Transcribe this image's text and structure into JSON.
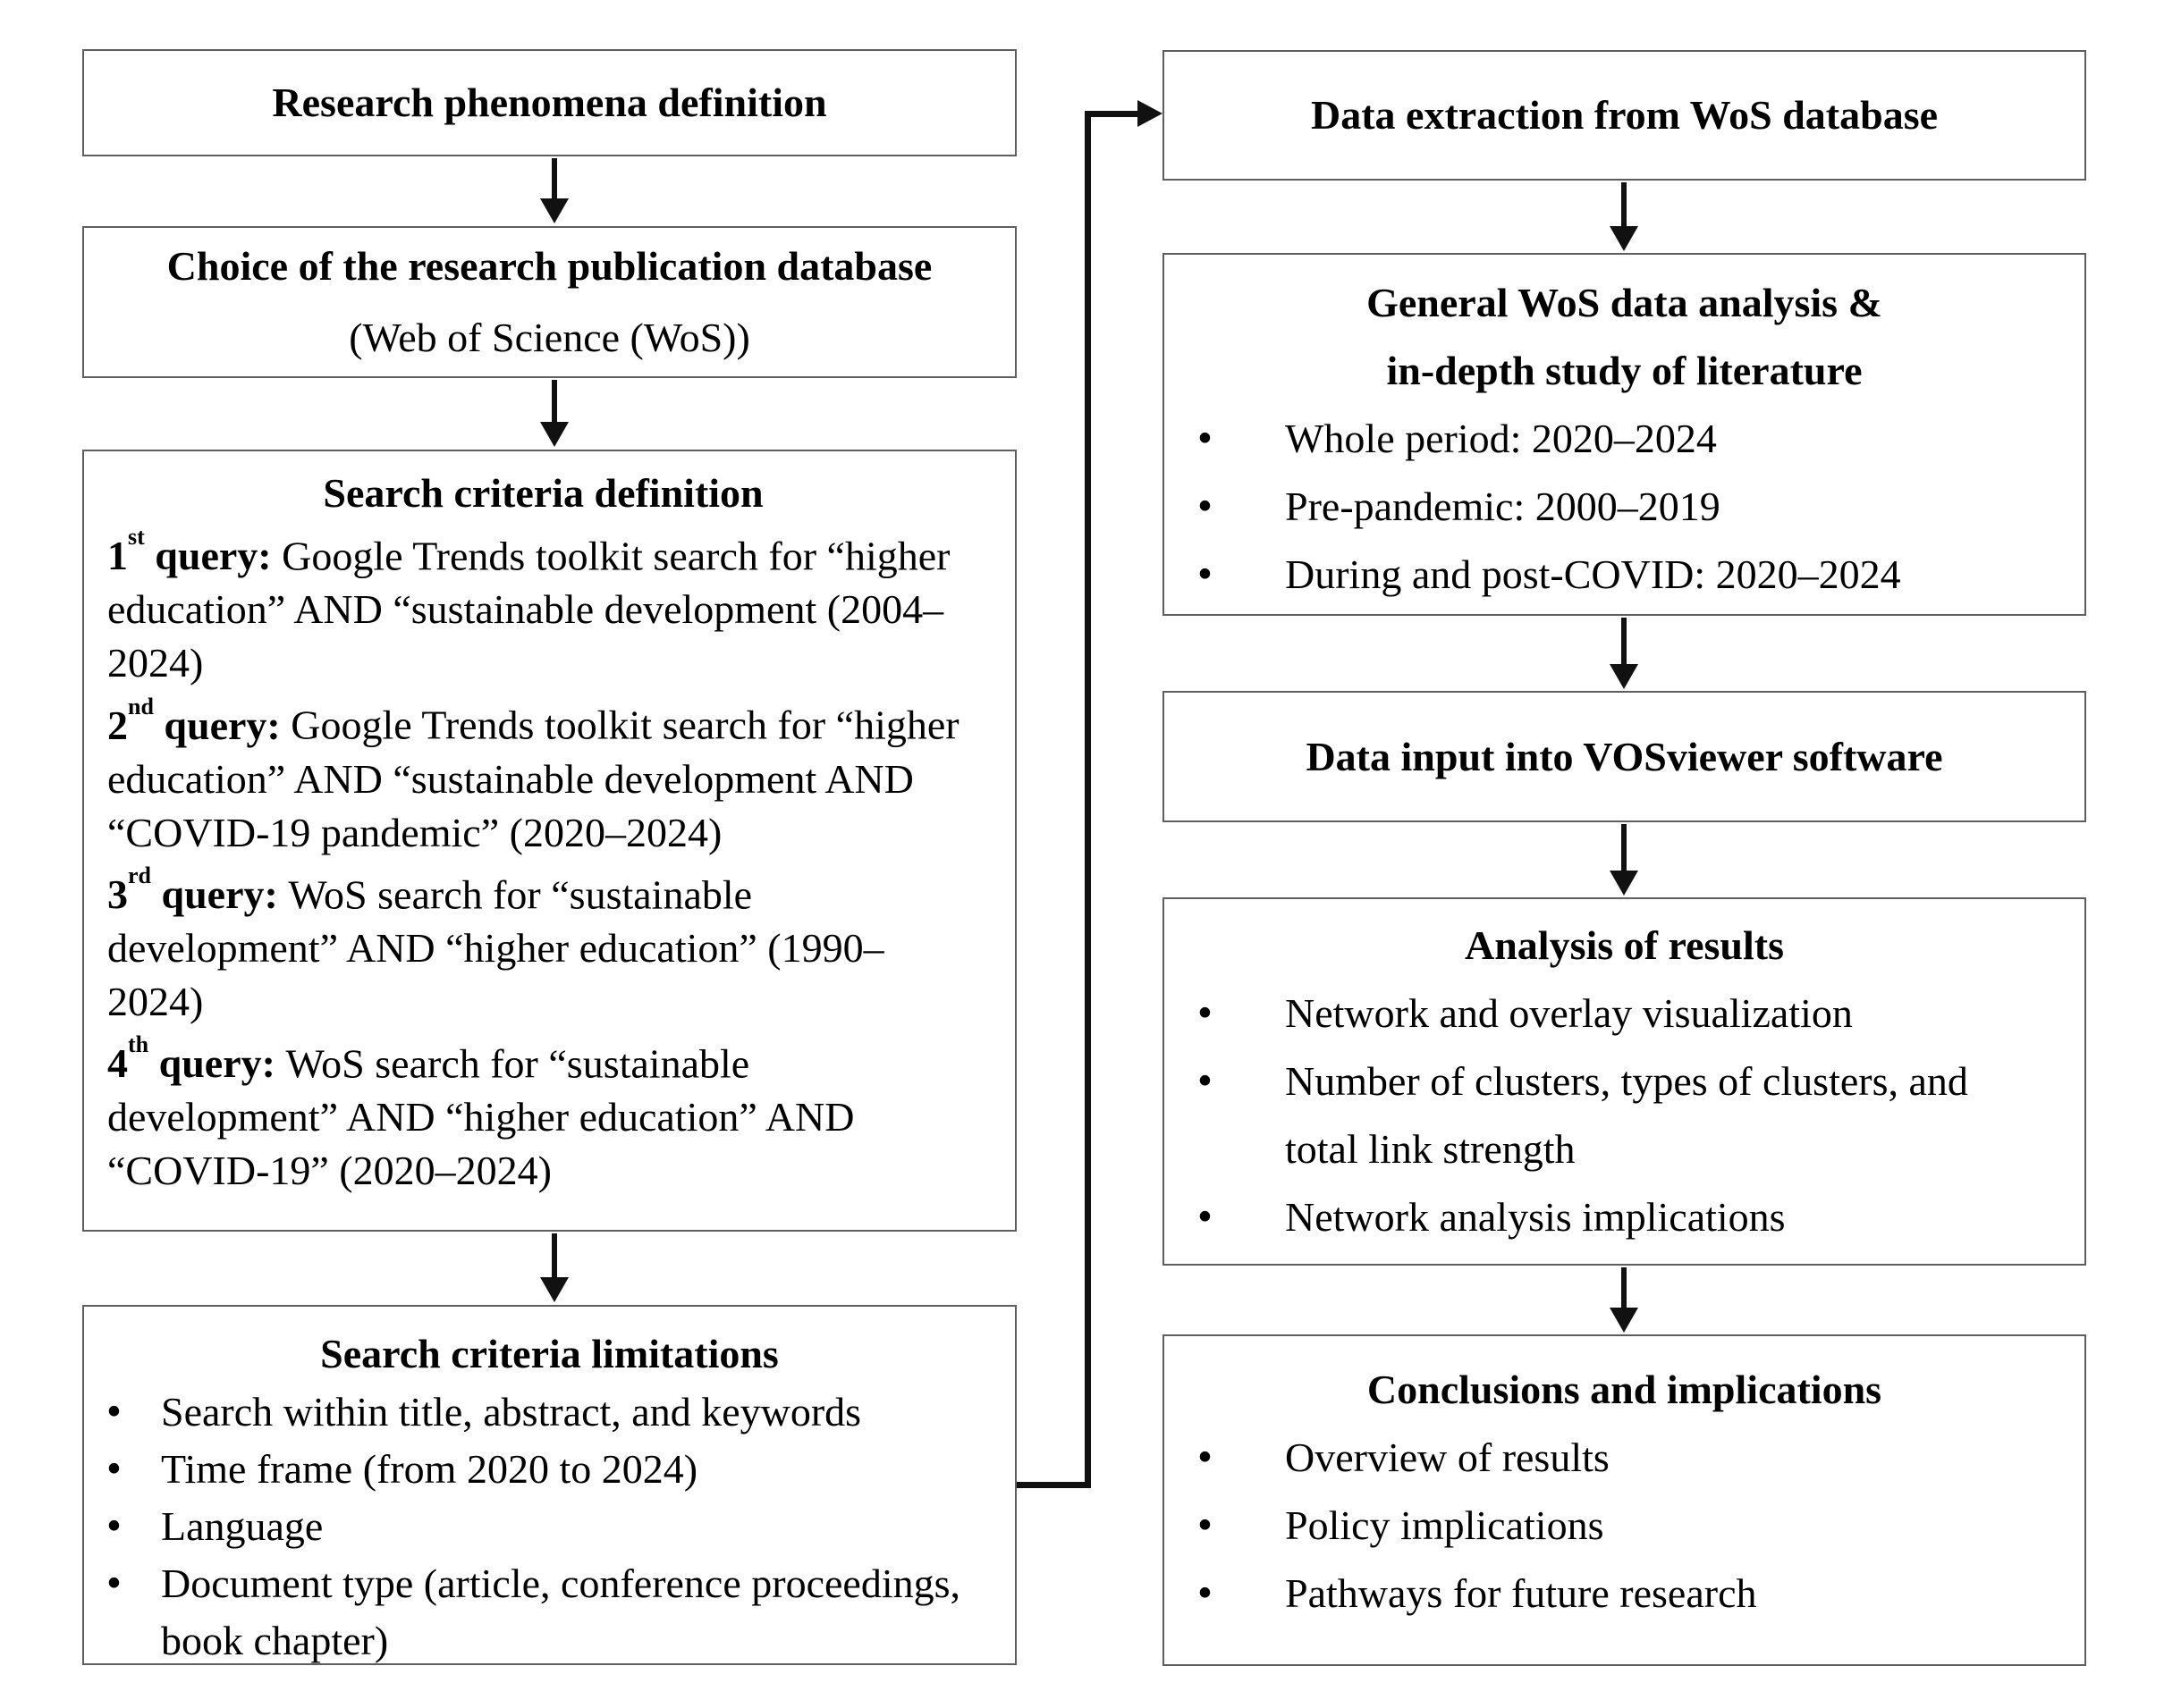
{
  "colors": {
    "text": "#000000",
    "border": "#5e5e5e",
    "arrow": "#111111",
    "background": "#ffffff"
  },
  "left": {
    "box1": {
      "title": "Research phenomena definition"
    },
    "box2": {
      "title": "Choice of the research publication database",
      "subtitle": "(Web of Science (WoS))"
    },
    "box3": {
      "title": "Search criteria definition",
      "queries": [
        {
          "num": "1",
          "ord": "st",
          "label": " query: ",
          "text": "Google Trends toolkit search for “higher education” AND “sustainable development (2004–2024)"
        },
        {
          "num": "2",
          "ord": "nd",
          "label": " query: ",
          "text": "Google Trends toolkit search for “higher education” AND “sustainable development AND “COVID-19 pandemic” (2020–2024)"
        },
        {
          "num": "3",
          "ord": "rd",
          "label": " query: ",
          "text": "WoS search for “sustainable development” AND “higher education” (1990–2024)"
        },
        {
          "num": "4",
          "ord": "th",
          "label": " query: ",
          "text": "WoS search for “sustainable development” AND “higher education” AND “COVID-19” (2020–2024)"
        }
      ]
    },
    "box4": {
      "title": "Search criteria limitations",
      "bullets": [
        "Search within title, abstract, and keywords",
        "Time frame (from 2020 to 2024)",
        "Language",
        "Document type (article, conference proceedings, book chapter)"
      ]
    }
  },
  "right": {
    "box1": {
      "title": "Data extraction from WoS database"
    },
    "box2": {
      "title_line1": "General WoS data analysis &",
      "title_line2": "in-depth study of literature",
      "bullets": [
        "Whole period: 2020–2024",
        "Pre-pandemic: 2000–2019",
        "During and post-COVID: 2020–2024"
      ]
    },
    "box3": {
      "title": "Data input into VOSviewer software"
    },
    "box4": {
      "title": "Analysis of results",
      "bullets": [
        "Network and overlay visualization",
        "Number of clusters, types of clusters, and total link strength",
        "Network analysis implications"
      ]
    },
    "box5": {
      "title": "Conclusions and implications",
      "bullets": [
        "Overview of results",
        "Policy implications",
        "Pathways for future research"
      ]
    }
  }
}
